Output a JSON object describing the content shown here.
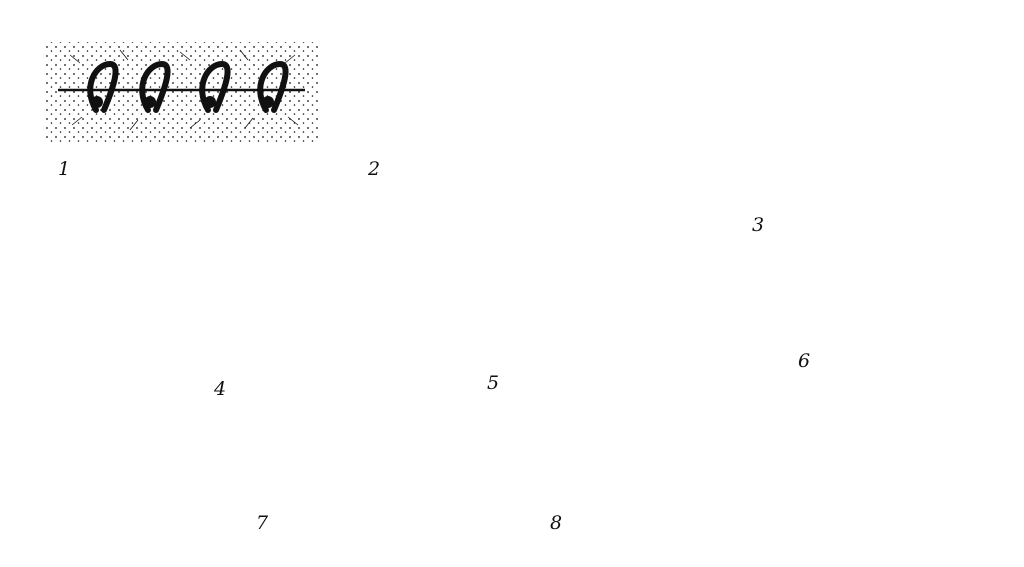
{
  "labels": {
    "fig1": "1",
    "fig2": "2",
    "fig3": "3",
    "fig4": "4",
    "fig5": "5",
    "fig6": "6",
    "fig7": "7",
    "fig8": "8"
  },
  "colors": {
    "ink": "#111111",
    "paper": "#ffffff"
  }
}
